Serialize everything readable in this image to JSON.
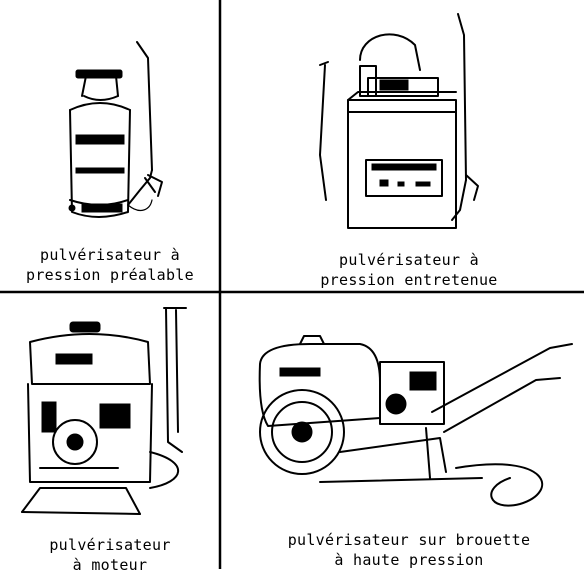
{
  "panels": [
    {
      "line1": "pulvérisateur à",
      "line2": "pression préalable"
    },
    {
      "line1": "pulvérisateur à",
      "line2": "pression entretenue"
    },
    {
      "line1": "pulvérisateur",
      "line2": "à moteur"
    },
    {
      "line1": "pulvérisateur sur brouette",
      "line2": "à haute pression"
    }
  ],
  "colors": {
    "ink": "#000000",
    "paper": "#ffffff"
  }
}
